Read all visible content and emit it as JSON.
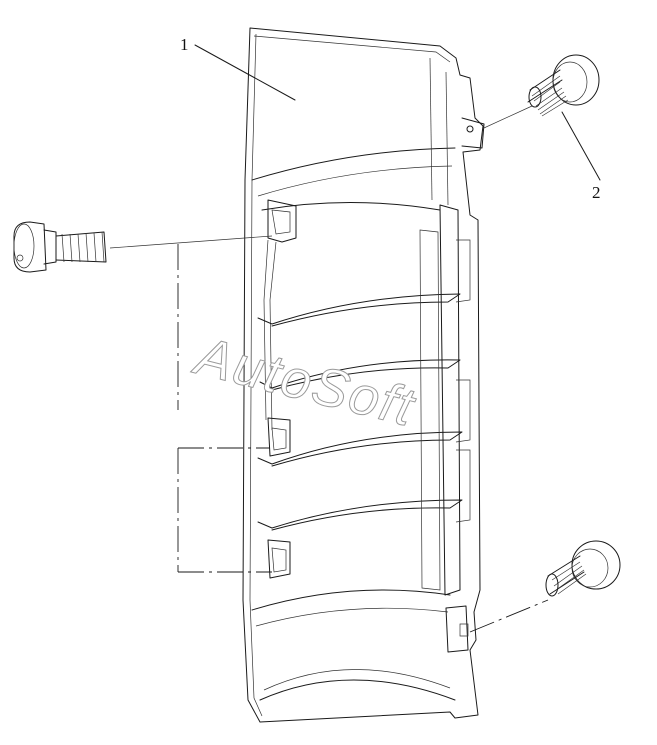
{
  "callouts": {
    "part_1": "1",
    "part_2": "2"
  },
  "watermark": "AutoSoft",
  "colors": {
    "line": "#1a1a1a",
    "background": "#ffffff",
    "watermark_outline": "#9a9a9a"
  }
}
